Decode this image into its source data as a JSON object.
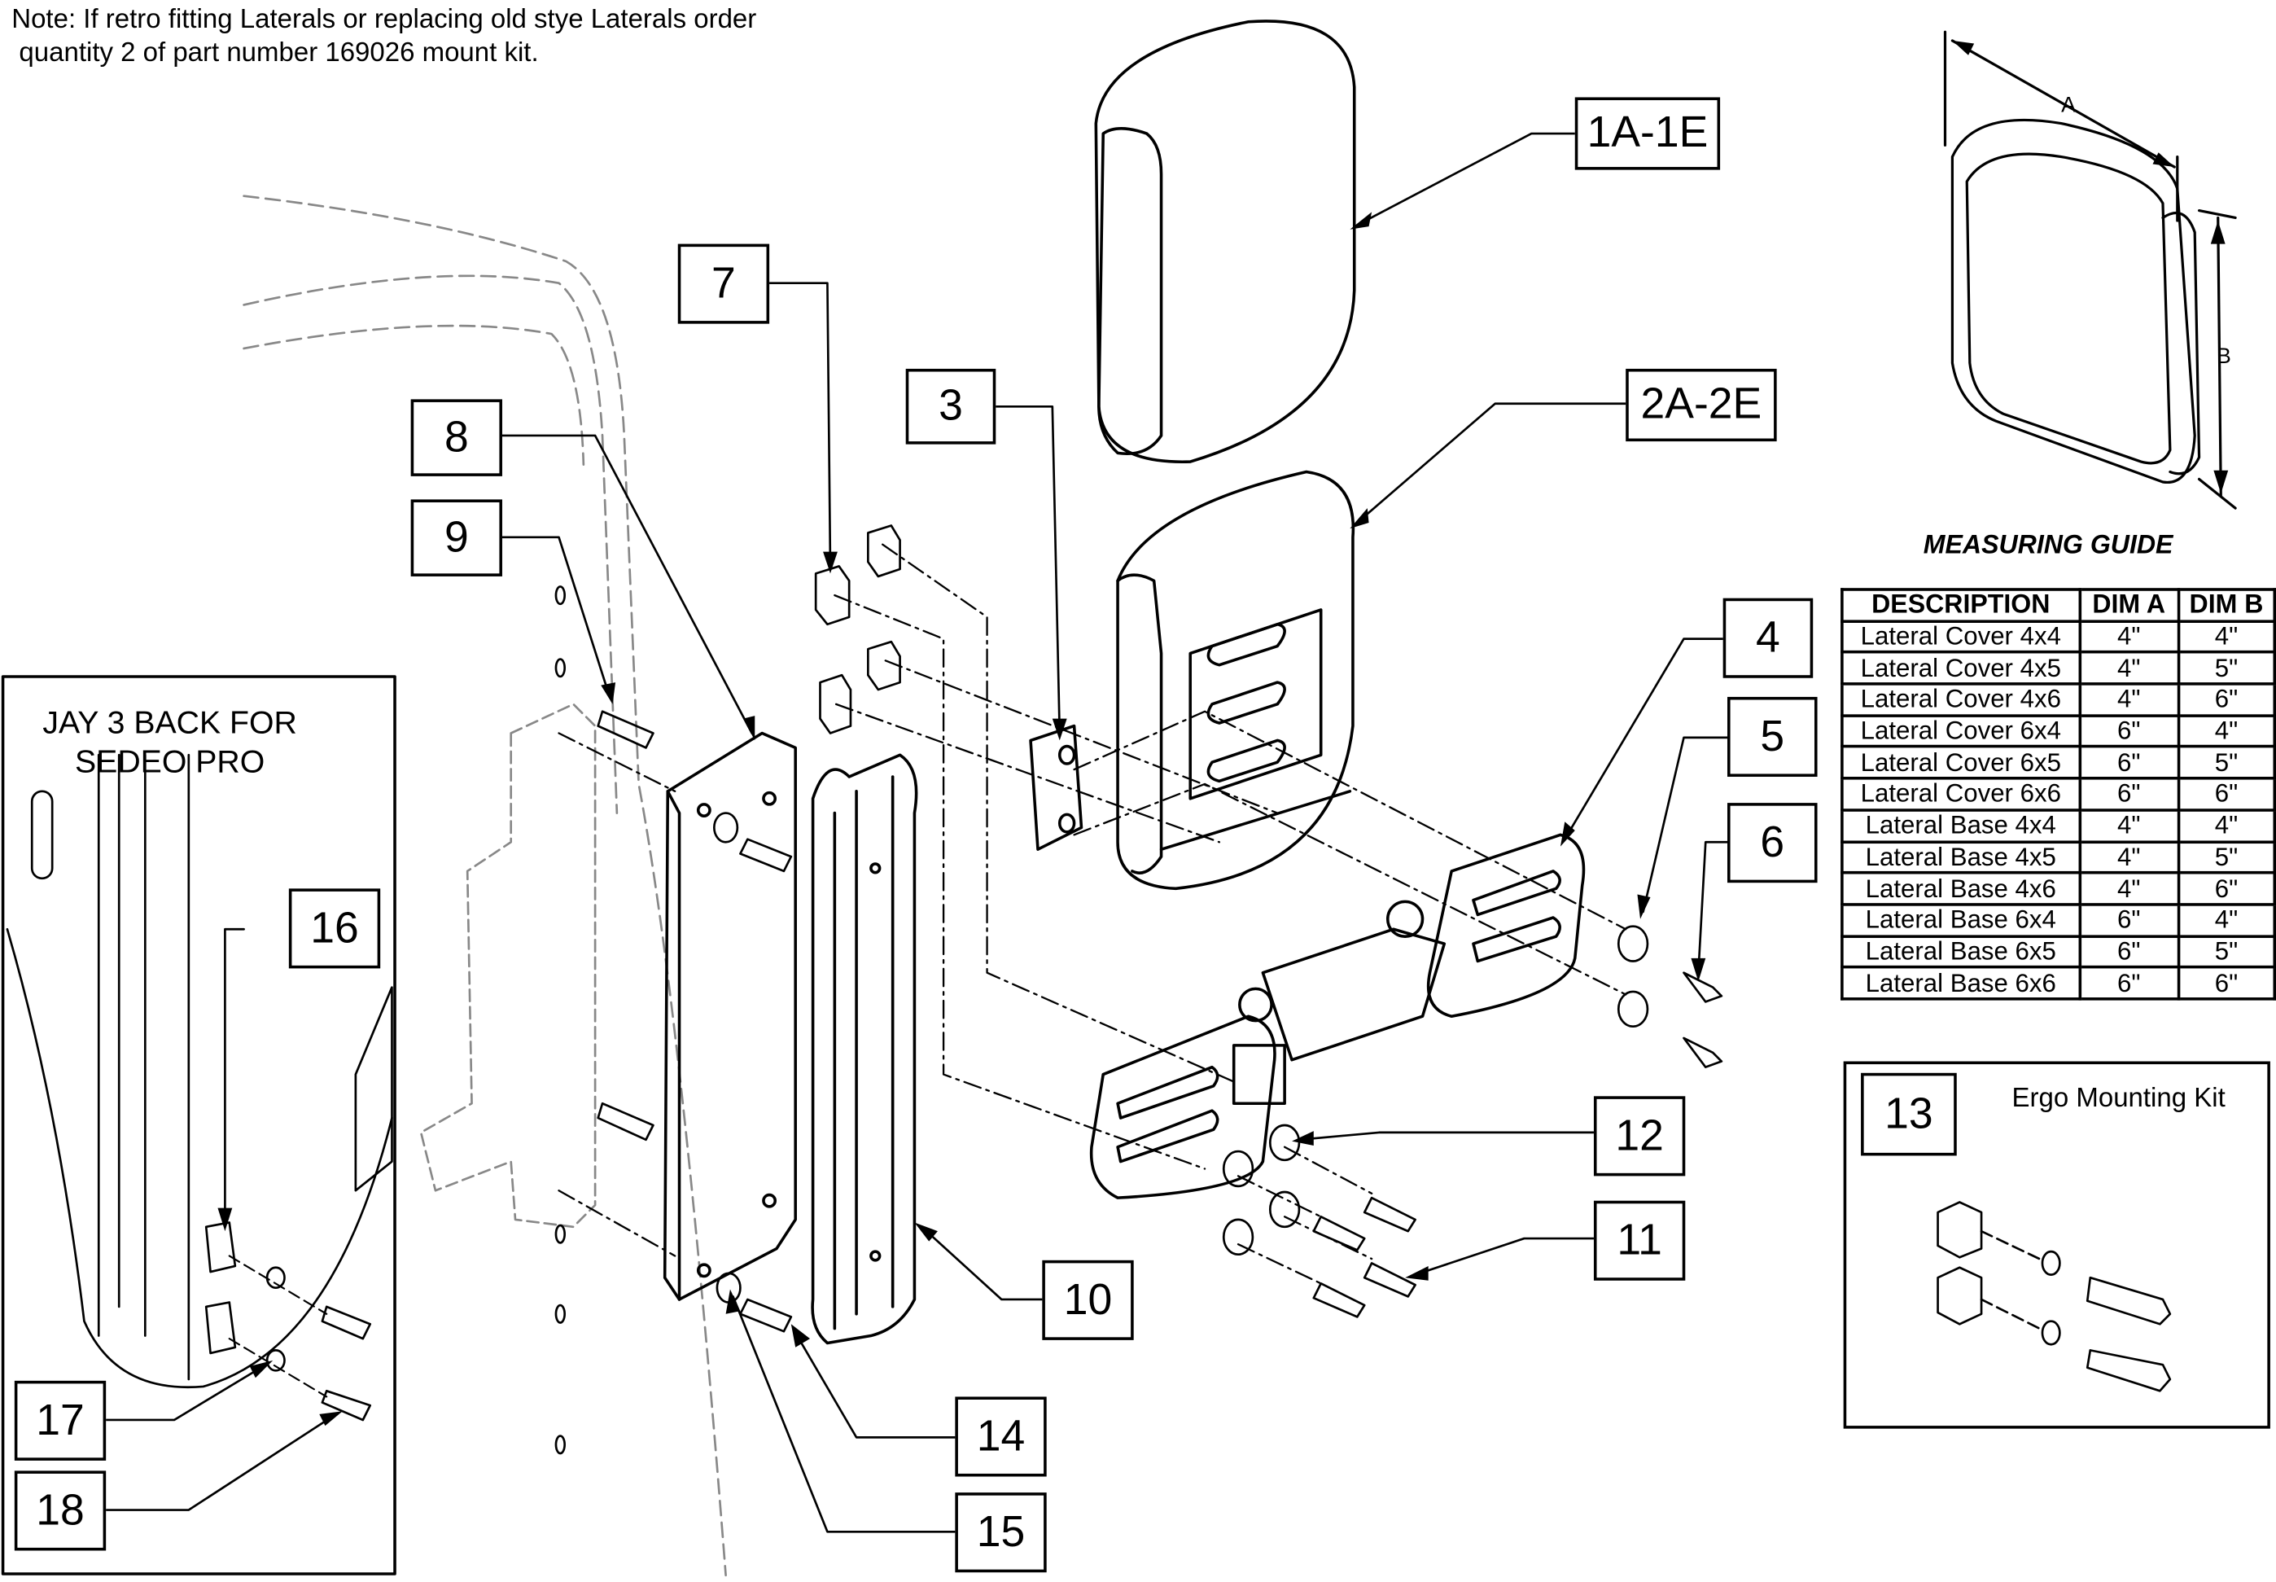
{
  "note": {
    "line1": "Note: If retro fitting Laterals or replacing old stye Laterals order",
    "line2": " quantity 2 of part number 169026 mount kit."
  },
  "callouts": {
    "c1": "1A-1E",
    "c2": "2A-2E",
    "c3": "3",
    "c4": "4",
    "c5": "5",
    "c6": "6",
    "c7": "7",
    "c8": "8",
    "c9": "9",
    "c10": "10",
    "c11": "11",
    "c12": "12",
    "c13": "13",
    "c14": "14",
    "c15": "15",
    "c16": "16",
    "c17": "17",
    "c18": "18"
  },
  "inset": {
    "title_line1": "JAY 3 BACK FOR",
    "title_line2": "SEDEO PRO"
  },
  "measuring_guide": {
    "title": "MEASURING GUIDE",
    "dim_a_label": "A",
    "dim_b_label": "B"
  },
  "table": {
    "headers": [
      "DESCRIPTION",
      "DIM A",
      "DIM B"
    ],
    "rows": [
      [
        "Lateral Cover 4x4",
        "4\"",
        "4\""
      ],
      [
        "Lateral Cover 4x5",
        "4\"",
        "5\""
      ],
      [
        "Lateral Cover 4x6",
        "4\"",
        "6\""
      ],
      [
        "Lateral Cover 6x4",
        "6\"",
        "4\""
      ],
      [
        "Lateral Cover 6x5",
        "6\"",
        "5\""
      ],
      [
        "Lateral Cover 6x6",
        "6\"",
        "6\""
      ],
      [
        "Lateral Base 4x4",
        "4\"",
        "4\""
      ],
      [
        "Lateral Base 4x5",
        "4\"",
        "5\""
      ],
      [
        "Lateral Base 4x6",
        "4\"",
        "6\""
      ],
      [
        "Lateral Base 6x4",
        "6\"",
        "4\""
      ],
      [
        "Lateral Base 6x5",
        "6\"",
        "5\""
      ],
      [
        "Lateral Base 6x6",
        "6\"",
        "6\""
      ]
    ]
  },
  "ergo": {
    "label": "Ergo Mounting Kit"
  }
}
